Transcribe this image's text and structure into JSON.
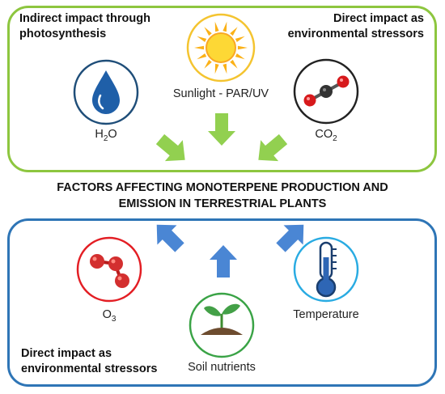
{
  "top_panel": {
    "heading_left_1": "Indirect impact through",
    "heading_left_2": "photosynthesis",
    "heading_right_1": "Direct impact as",
    "heading_right_2": "environmental stressors",
    "water_label": "H2O",
    "sunlight_label": "Sunlight - PAR/UV",
    "co2_label": "CO2"
  },
  "center_title": {
    "line_1": "FACTORS AFFECTING MONOTERPENE PRODUCTION AND",
    "line_2": "EMISSION IN TERRESTRIAL PLANTS"
  },
  "bottom_panel": {
    "ozone_label": "O3",
    "temperature_label": "Temperature",
    "soil_label": "Soil nutrients",
    "heading_left_1": "Direct impact as",
    "heading_left_2": "environmental stressors"
  },
  "colors": {
    "top_border": "#8dc63f",
    "bottom_border": "#2e75b6",
    "green_arrow": "#92d050",
    "blue_arrow": "#4a86d4"
  }
}
